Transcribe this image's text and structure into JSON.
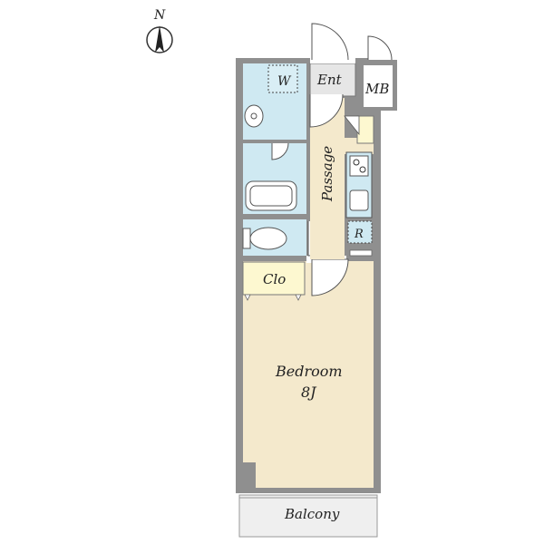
{
  "compass": {
    "label": "N"
  },
  "rooms": {
    "bedroom": {
      "name": "Bedroom",
      "size": "8J"
    },
    "balcony": "Balcony",
    "passage": "Passage",
    "entrance": "Ent",
    "meter_box": "MB",
    "washer": "W",
    "closet": "Clo",
    "refrigerator": "R"
  },
  "colors": {
    "wall": "#8f8f8f",
    "bedroom_floor": "#f4e9cc",
    "passage_floor": "#f4e9cc",
    "wet_area": "#cfe9f2",
    "entrance_floor": "#e6e6e6",
    "closet": "#fdf8d0",
    "balcony": "#efefef"
  }
}
